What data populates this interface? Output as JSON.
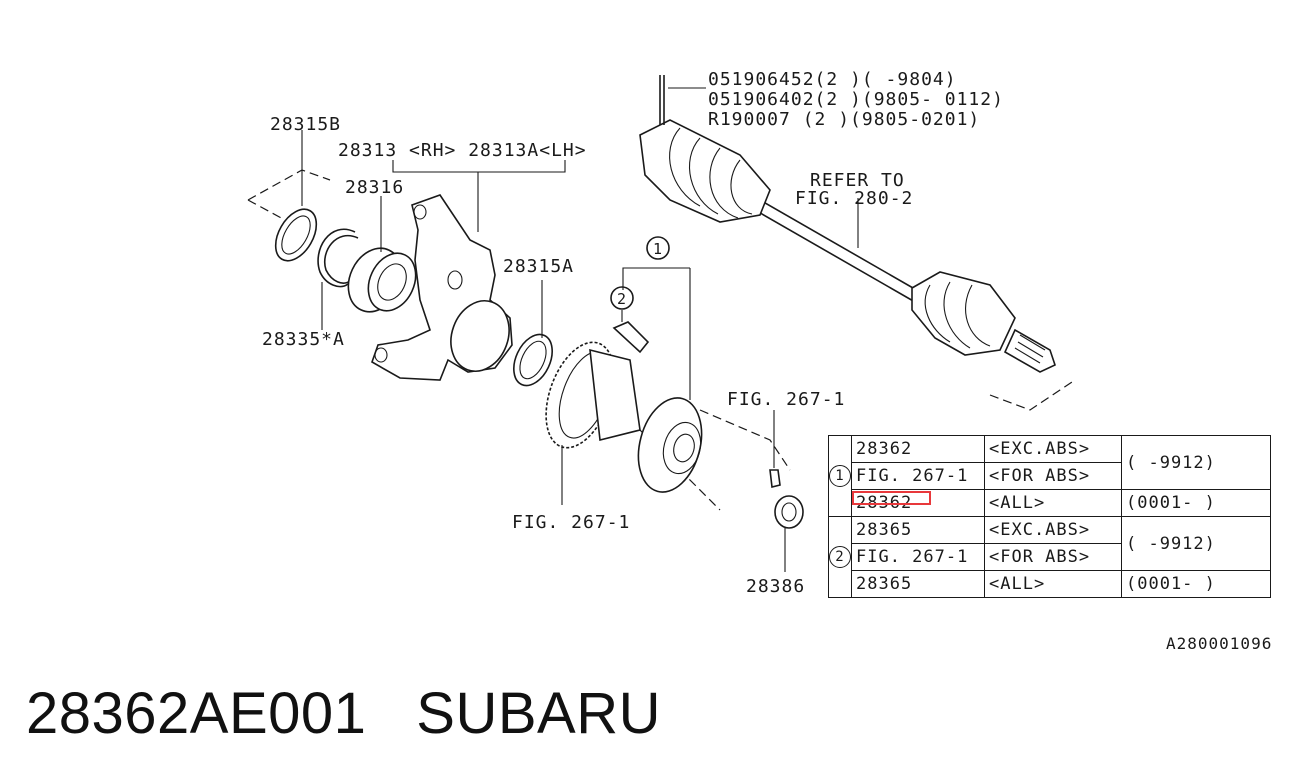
{
  "diagram": {
    "clip_labels": [
      "051906452(2 )(   -9804)",
      "051906402(2 )(9805- 0112)",
      "R190007   (2 )(9805-0201)"
    ],
    "refer_to": [
      "REFER TO",
      "FIG. 280-2"
    ],
    "part_labels": {
      "p28315b": "28315B",
      "p28313": "28313 <RH> 28313A<LH>",
      "p28316": "28316",
      "p28315a": "28315A",
      "p28335a": "28335*A",
      "fig267_1_right": "FIG. 267-1",
      "fig267_1_bottom": "FIG. 267-1",
      "p28386": "28386"
    },
    "callouts": {
      "one": "1",
      "two": "2"
    }
  },
  "table": {
    "rows": [
      {
        "group": "1",
        "part": "28362",
        "spec": "<EXC.ABS>",
        "range": "(       -9912)"
      },
      {
        "group": "1",
        "part": "FIG. 267-1",
        "spec": "<FOR ABS>",
        "range": ""
      },
      {
        "group": "1",
        "part": "28362",
        "spec": "<ALL>",
        "range": "(0001-        )"
      },
      {
        "group": "2",
        "part": "28365",
        "spec": "<EXC.ABS>",
        "range": "(       -9912)"
      },
      {
        "group": "2",
        "part": "FIG. 267-1",
        "spec": "<FOR ABS>",
        "range": ""
      },
      {
        "group": "2",
        "part": "28365",
        "spec": "<ALL>",
        "range": "(0001-        )"
      }
    ]
  },
  "image_code": "A280001096",
  "footer": {
    "part_number": "28362AE001",
    "brand": "SUBARU"
  },
  "colors": {
    "highlight": "#e8383b",
    "line": "#1a1a1a"
  }
}
